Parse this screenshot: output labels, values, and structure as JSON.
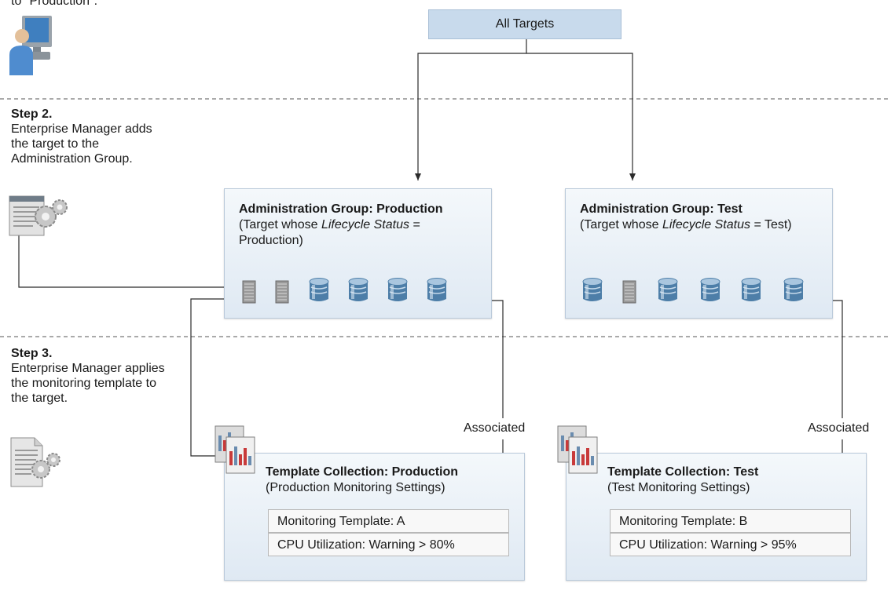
{
  "intro_text": "to \"Production\".",
  "all_targets": "All Targets",
  "steps": [
    {
      "label": "Step 2.",
      "text": "Enterprise Manager adds the target to the Administration Group."
    },
    {
      "label": "Step 3.",
      "text": "Enterprise Manager applies the monitoring template to the target."
    }
  ],
  "groups": {
    "production": {
      "title": "Administration Group: Production",
      "desc_prefix": "(Target whose ",
      "desc_em": "Lifecycle Status",
      "desc_suffix": " = Production)"
    },
    "test": {
      "title": "Administration Group: Test",
      "desc_prefix": "(Target whose ",
      "desc_em": "Lifecycle Status",
      "desc_suffix": " = Test)"
    }
  },
  "templates": {
    "production": {
      "title": "Template Collection: Production",
      "subtitle": "(Production Monitoring Settings)",
      "template": "Monitoring Template: A",
      "rule": "CPU Utilization: Warning > 80%"
    },
    "test": {
      "title": "Template Collection: Test",
      "subtitle": "(Test Monitoring Settings)",
      "template": "Monitoring Template: B",
      "rule": "CPU Utilization: Warning > 95%"
    }
  },
  "associated_label": "Associated",
  "colors": {
    "box_fill": "#e6eef6",
    "root_fill": "#c8daec",
    "line": "#2b2b2b",
    "dash": "#777777"
  }
}
